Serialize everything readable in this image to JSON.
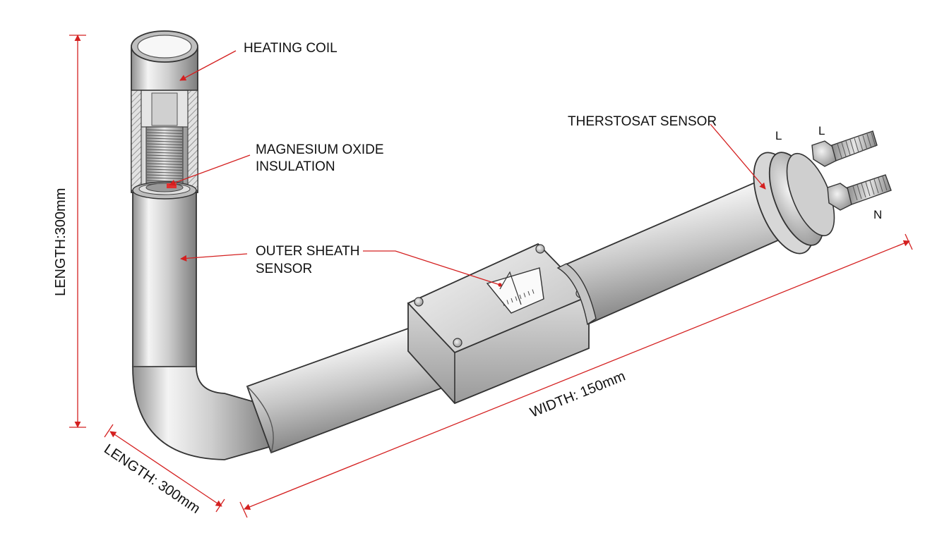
{
  "labels": {
    "heating_coil": "HEATING COIL",
    "mgo_line1": "MAGNESIUM OXIDE",
    "mgo_line2": "INSULATION",
    "sheath_line1": "OUTER SHEATH",
    "sheath_line2": "SENSOR",
    "thermostat": "THERSTOSAT SENSOR"
  },
  "dimensions": {
    "vertical_length": "LENGTH:300mm",
    "diagonal_length": "LENGTH: 300mm",
    "width": "WIDTH: 150mm"
  },
  "terminals": {
    "top_left": "L",
    "top_right": "L",
    "bottom": "N"
  },
  "colors": {
    "leader": "#d42020",
    "metal_light": "#f2f2f2",
    "metal_mid": "#c8c8c8",
    "metal_dark": "#8a8a8a",
    "outline": "#333333"
  }
}
